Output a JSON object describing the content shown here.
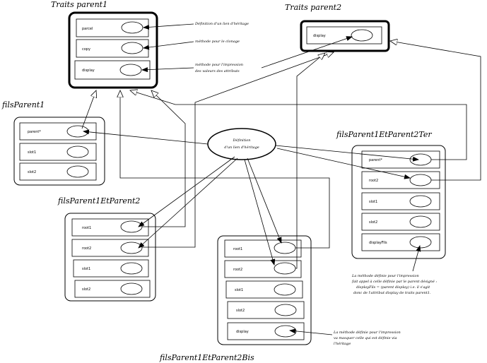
{
  "objects": {
    "traits_parent1": {
      "title": "Traits parent1",
      "slots": [
        "parcel",
        "copy",
        "display"
      ]
    },
    "traits_parent2": {
      "title": "Traits parent2",
      "slots": [
        "display"
      ]
    },
    "fils_parent1": {
      "title": "filsParent1",
      "slots": [
        "parent*",
        "slot1",
        "slot2"
      ]
    },
    "fils_p1p2": {
      "title": "filsParent1EtParent2",
      "slots": [
        "root1",
        "root2",
        "slot1",
        "slot2"
      ]
    },
    "fils_p1p2bis": {
      "title": "filsParent1EtParent2Bis",
      "slots": [
        "root1",
        "root2",
        "slot1",
        "slot2",
        "display"
      ]
    },
    "fils_p1p2ter": {
      "title": "filsParent1EtParent2Ter",
      "slots": [
        "parent*",
        "root2",
        "slot1",
        "slot2",
        "displayFils"
      ]
    }
  },
  "center_note": {
    "line1": "Définition",
    "line2": "d'un lien d'héritage"
  },
  "annotations": {
    "inheritance_def": "Définition d'un lien d'héritage",
    "cloning": "méthode pour le clonage",
    "printing_1": "méthode pour l'impression",
    "printing_2": "des valeurs des attributs",
    "ter_1": "La méthode définie pour l'impression",
    "ter_2": "fait appel à celle définie par le parent désigné :",
    "ter_3": "displayFils = (parent display) i.e. il s'agit",
    "ter_4": "donc de l'attribut display de traits parent1.",
    "bis_1": "La méthode définie pour l'impression",
    "bis_2": "va masquer celle qui est définie via",
    "bis_3": "l'héritage"
  }
}
